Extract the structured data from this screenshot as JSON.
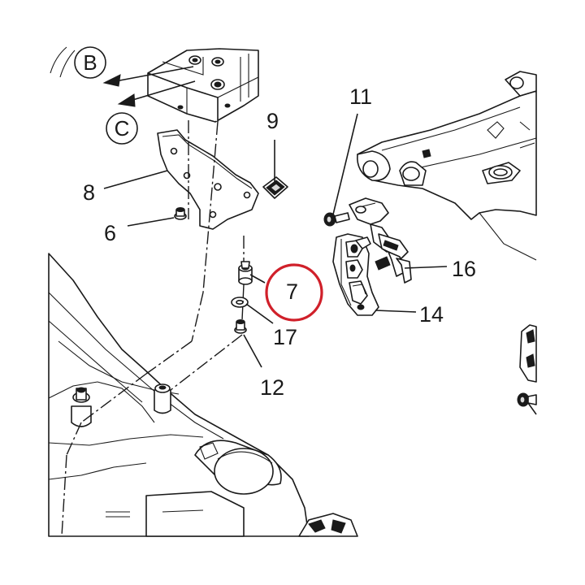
{
  "view_labels": {
    "b": "B",
    "c": "C"
  },
  "callouts": {
    "p6": "6",
    "p7": "7",
    "p8": "8",
    "p9": "9",
    "p11": "11",
    "p12": "12",
    "p14": "14",
    "p16": "16",
    "p17": "17"
  },
  "highlight": {
    "target": "7",
    "color": "#d0202a"
  },
  "colors": {
    "line": "#1a1a1a",
    "background": "#ffffff"
  }
}
